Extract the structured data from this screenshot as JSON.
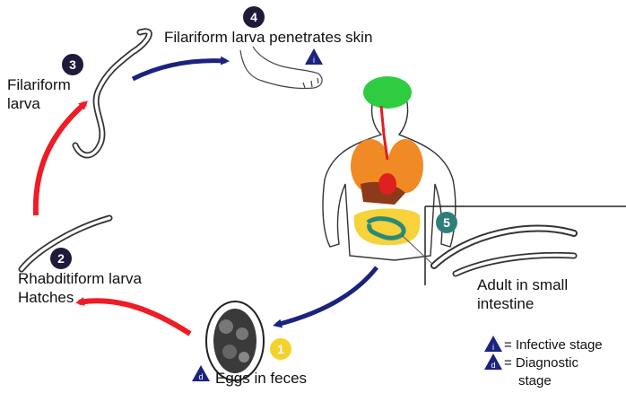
{
  "stages": [
    {
      "number": "1",
      "label": "Eggs in feces",
      "badge_color": "#f5d22a",
      "marker": "d"
    },
    {
      "number": "2",
      "label_lines": [
        "Rhabditiform larva",
        "Hatches"
      ],
      "badge_color": "#1e1a3a"
    },
    {
      "number": "3",
      "label_lines": [
        "Filariform",
        "larva"
      ],
      "badge_color": "#1e1a3a"
    },
    {
      "number": "4",
      "label": "Filariform larva penetrates skin",
      "badge_color": "#1e1a3a",
      "marker": "i"
    },
    {
      "number": "5",
      "label_lines": [
        "Adult in small",
        "intestine"
      ],
      "badge_color": "#2f7f78"
    }
  ],
  "legend": [
    {
      "marker": "i",
      "text": "= Infective stage"
    },
    {
      "marker": "d",
      "text_lines": [
        "= Diagnostic",
        "stage"
      ]
    }
  ],
  "colors": {
    "arrow_red": "#ee1c25",
    "arrow_navy": "#1a237e",
    "marker_navy": "#1a237e",
    "organ_lungs": "#f08a24",
    "organ_brain": "#2ecc40",
    "organ_liver": "#8b3a1a",
    "organ_intestine_large": "#f7d23a",
    "organ_intestine_small": "#2a8a78"
  }
}
